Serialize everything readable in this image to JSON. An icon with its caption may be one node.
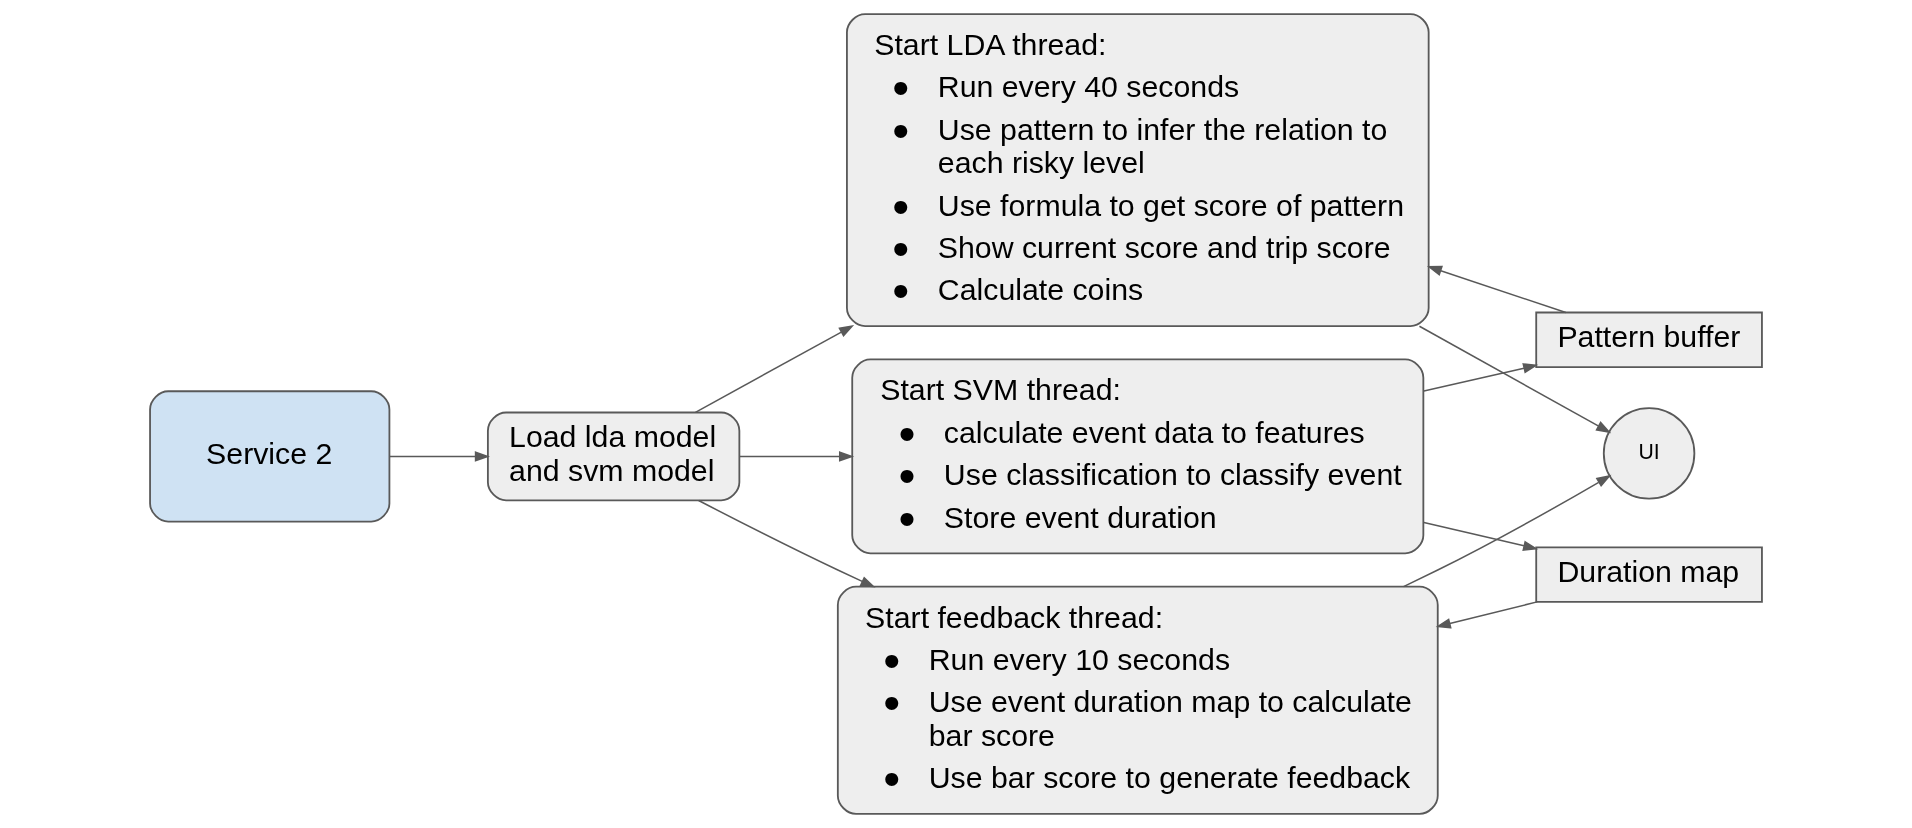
{
  "diagram": {
    "nodes": [
      {
        "text": [
          "Service 2"
        ]
      },
      {
        "text": [
          "Load lda model and svm model"
        ]
      },
      {
        "text": [
          "Start SVM thread:",
          "●",
          "calculate event data to features",
          "●",
          "Use classification to classify event",
          "●",
          "Store event duration"
        ]
      },
      {
        "text": [
          "Start LDA thread:",
          "●",
          "Run every 40 seconds",
          "●",
          "Use pattern to infer the relation to each risky level",
          "●",
          "Use formula to get score of pattern",
          "●",
          "Show current score and trip score",
          "●",
          "Calculate coins"
        ]
      },
      {
        "text": [
          "Start feedback thread:",
          "●",
          "Run every 10 seconds",
          "●",
          "Use event duration map to calculate bar score",
          "●",
          "Use bar score to generate feedback"
        ]
      },
      {
        "text": [
          "Pattern buffer"
        ]
      },
      {
        "text": [
          "Duration map"
        ]
      },
      {
        "text": [
          "UI"
        ]
      }
    ],
    "edges": [
      {
        "from": 0,
        "to": 1,
        "arrow": "to"
      },
      {
        "from": 1,
        "to": 2,
        "arrow": "to"
      },
      {
        "from": 1,
        "to": 3,
        "arrow": "to"
      },
      {
        "from": 1,
        "to": 4,
        "arrow": "to"
      },
      {
        "from": 2,
        "to": 5,
        "arrow": "to"
      },
      {
        "from": 5,
        "to": 3,
        "arrow": "to"
      },
      {
        "from": 2,
        "to": 6,
        "arrow": "to"
      },
      {
        "from": 3,
        "to": 7,
        "arrow": "to"
      },
      {
        "from": 6,
        "to": 4,
        "arrow": "to"
      },
      {
        "from": 4,
        "to": 7,
        "arrow": "to"
      }
    ]
  }
}
